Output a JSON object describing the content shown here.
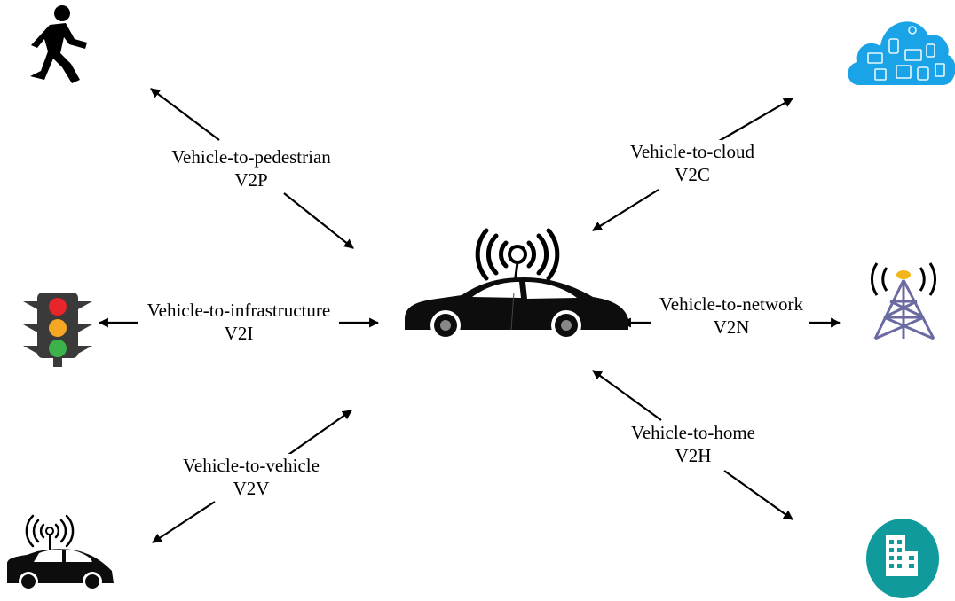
{
  "links": {
    "v2p": {
      "name": "Vehicle-to-pedestrian",
      "abbr": "V2P"
    },
    "v2c": {
      "name": "Vehicle-to-cloud",
      "abbr": "V2C"
    },
    "v2i": {
      "name": "Vehicle-to-infrastructure",
      "abbr": "V2I"
    },
    "v2n": {
      "name": "Vehicle-to-network",
      "abbr": "V2N"
    },
    "v2v": {
      "name": "Vehicle-to-vehicle",
      "abbr": "V2V"
    },
    "v2h": {
      "name": "Vehicle-to-home",
      "abbr": "V2H"
    }
  },
  "icons": {
    "center": "connected-car-icon",
    "pedestrian": "pedestrian-icon",
    "cloud": "cloud-icon",
    "infrastructure": "traffic-light-icon",
    "network": "cell-tower-icon",
    "vehicle": "connected-car-icon",
    "home": "building-icon"
  },
  "colors": {
    "cloud": "#1aa3e6",
    "home": "#119a9c",
    "tower": "#6b6ba1",
    "tower_tip": "#f2b619",
    "light_red": "#e8252a",
    "light_amber": "#f5a623",
    "light_green": "#3cb24a"
  }
}
